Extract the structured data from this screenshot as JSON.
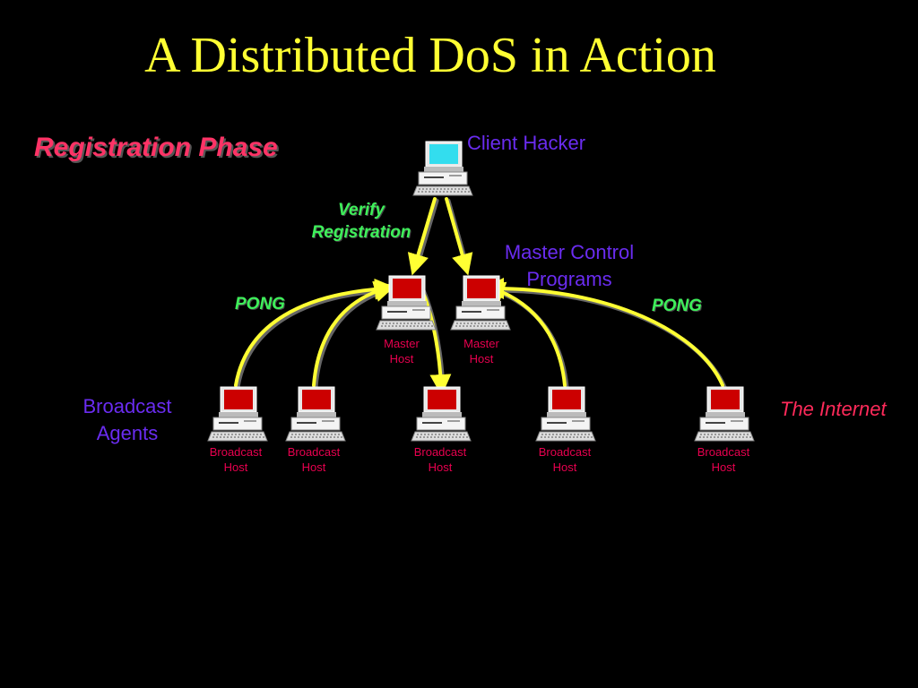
{
  "slide": {
    "title": "A Distributed DoS in Action",
    "phase": "Registration Phase",
    "internet_label": "The Internet"
  },
  "labels": {
    "client_hacker": "Client Hacker",
    "master_control_line1": "Master Control",
    "master_control_line2": "Programs",
    "broadcast_agents_line1": "Broadcast",
    "broadcast_agents_line2": "Agents",
    "verify_line1": "Verify",
    "verify_line2": "Registration",
    "pong_left": "PONG",
    "pong_right": "PONG"
  },
  "masters": [
    {
      "line1": "Master",
      "line2": "Host"
    },
    {
      "line1": "Master",
      "line2": "Host"
    }
  ],
  "broadcasts": [
    {
      "line1": "Broadcast",
      "line2": "Host"
    },
    {
      "line1": "Broadcast",
      "line2": "Host"
    },
    {
      "line1": "Broadcast",
      "line2": "Host"
    },
    {
      "line1": "Broadcast",
      "line2": "Host"
    },
    {
      "line1": "Broadcast",
      "line2": "Host"
    }
  ],
  "colors": {
    "title": "#ffff33",
    "arrow": "#ffff33",
    "client_screen": "#33ddee",
    "host_screen": "#cc0000",
    "label_blue": "#6a2cf0",
    "label_pink": "#e8004f",
    "label_green": "#3ef05a"
  },
  "icons": {
    "client": "computer-icon",
    "master": "computer-icon",
    "broadcast": "computer-icon"
  }
}
